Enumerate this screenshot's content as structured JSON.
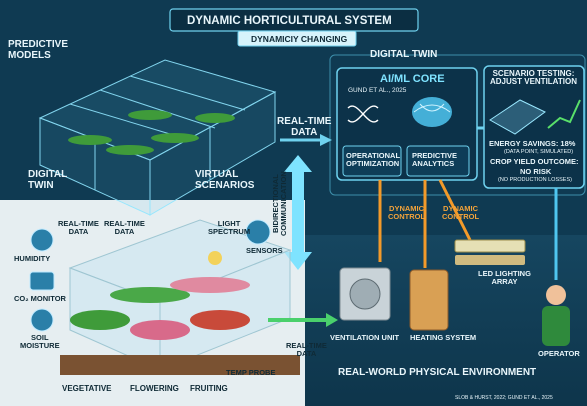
{
  "header": {
    "title": "DYNAMIC HORTICULTURAL SYSTEM",
    "subtitle": "DYNAMICIY CHANGING"
  },
  "digital_twin": {
    "predictive_models": "PREDICTIVE\nMODELS",
    "digital_twin_label": "DIGITAL\nTWIN",
    "virtual_scenarios": "VIRTUAL\nSCENARIOS",
    "section_label": "DIGITAL TWIN",
    "real_time_data": "REAL-TIME\nDATA"
  },
  "ai_core": {
    "title": "AI/ML CORE",
    "citation": "GUND ET AL., 2025",
    "operational": "OPERATIONAL\nOPTIMIZATION",
    "predictive": "PREDICTIVE\nANALYTICS"
  },
  "scenario": {
    "title": "SCENARIO TESTING:\nADJUST VENTILATION",
    "energy": "ENERGY SAVINGS: 18%",
    "energy_note": "(DATA POINT, SIMULATED)",
    "yield": "CROP YIELD OUTCOME:",
    "yield_value": "NO RISK",
    "yield_note": "(NO PRODUCTION LOSSES)"
  },
  "physical": {
    "bidirectional": "BIDIRECTIONAL\nCOMMUNICATION",
    "rtd_left": "REAL-TIME\nDATA",
    "rtd_center": "REAL-TIME\nDATA",
    "light_spectrum": "LIGHT\nSPECTRUM",
    "sensors": "SENSORS",
    "humidity": "HUMIDITY",
    "co2": "CO₂ MONITOR",
    "soil": "SOIL\nMOISTURE",
    "temp_probe": "TEMP PROBE",
    "rtd_bottom": "REAL-TIME\nDATA",
    "stages": [
      "VEGETATIVE",
      "FLOWERING",
      "FRUITING"
    ],
    "dyn_control_1": "DYNAMIC\nCONTROL",
    "dyn_control_2": "DYNAMIC\nCONTROL",
    "ventilation": "VENTILATION UNIT",
    "heating": "HEATING SYSTEM",
    "led": "LED LIGHTING\nARRAY",
    "operator": "OPERATOR",
    "environment": "REAL-WORLD PHYSICAL ENVIRONMENT",
    "footer": "SLOB & HURST, 2022; GUND ET AL., 2025"
  }
}
